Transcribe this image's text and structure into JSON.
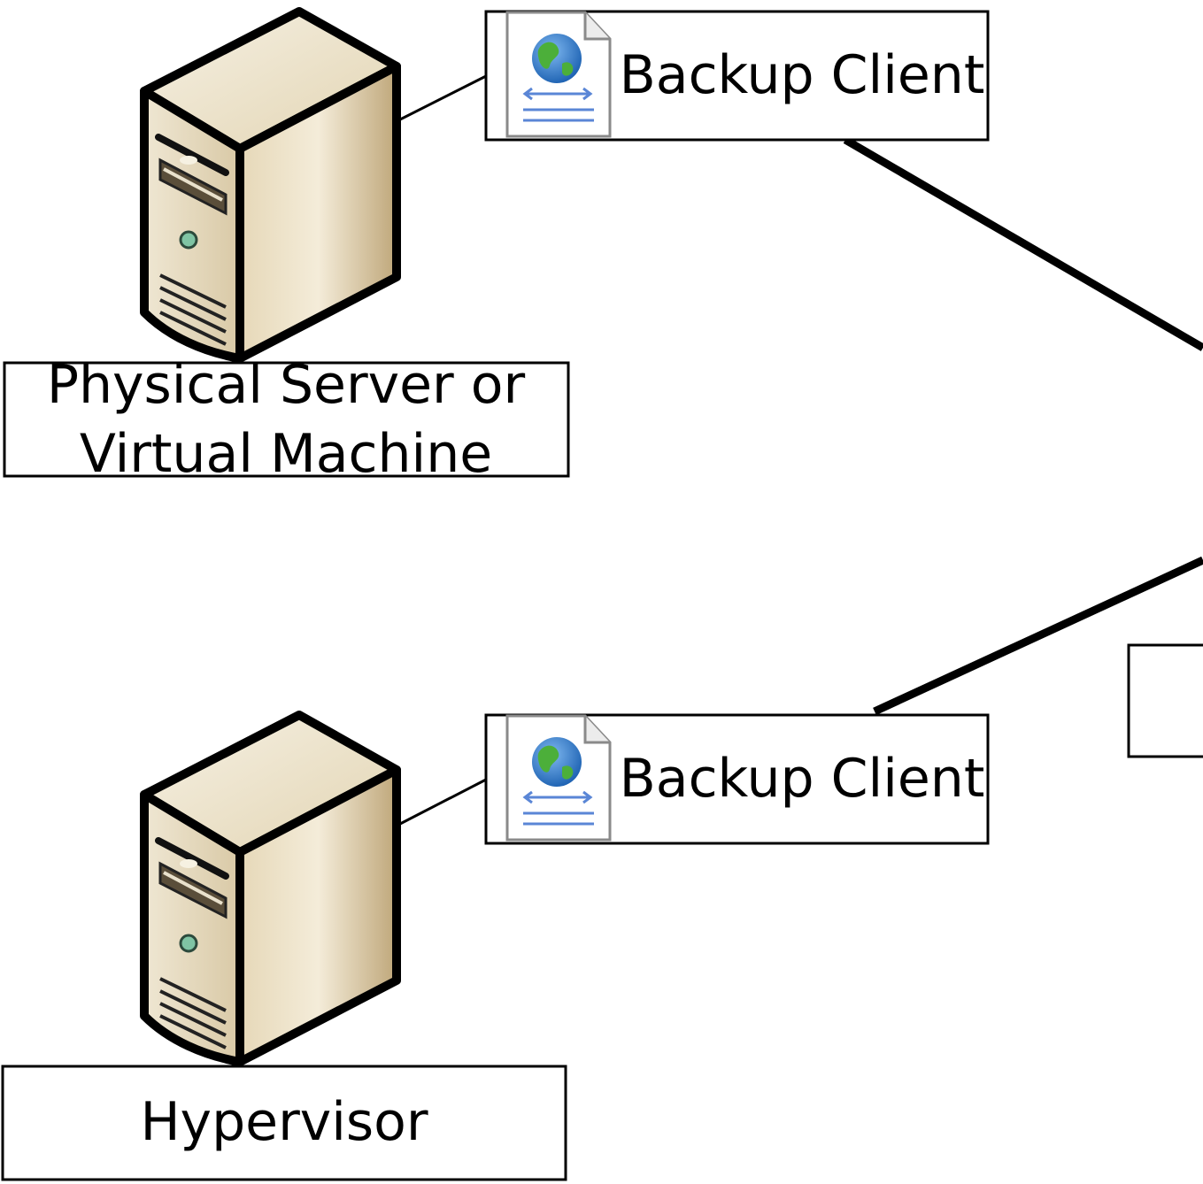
{
  "colors": {
    "line": "#000000",
    "background": "#ffffff",
    "server_face_light": "#f3ecdd",
    "server_face_dark": "#c9b58e",
    "server_top": "#e8dcc0",
    "led": "#7fc4a4",
    "globe_ocean": "#1f6fc4",
    "globe_land": "#4caf3a",
    "doc_lines": "#5a86d6"
  },
  "nodes": {
    "server_top": {
      "icon": "server-tower-icon",
      "label_lines": [
        "Physical Server or",
        "Virtual Machine"
      ]
    },
    "client_top": {
      "icon": "web-document-globe-icon",
      "label": "Backup Client"
    },
    "server_bottom": {
      "icon": "server-tower-icon",
      "label_lines": [
        "Hypervisor"
      ]
    },
    "client_bottom": {
      "icon": "web-document-globe-icon",
      "label": "Backup Client"
    }
  }
}
